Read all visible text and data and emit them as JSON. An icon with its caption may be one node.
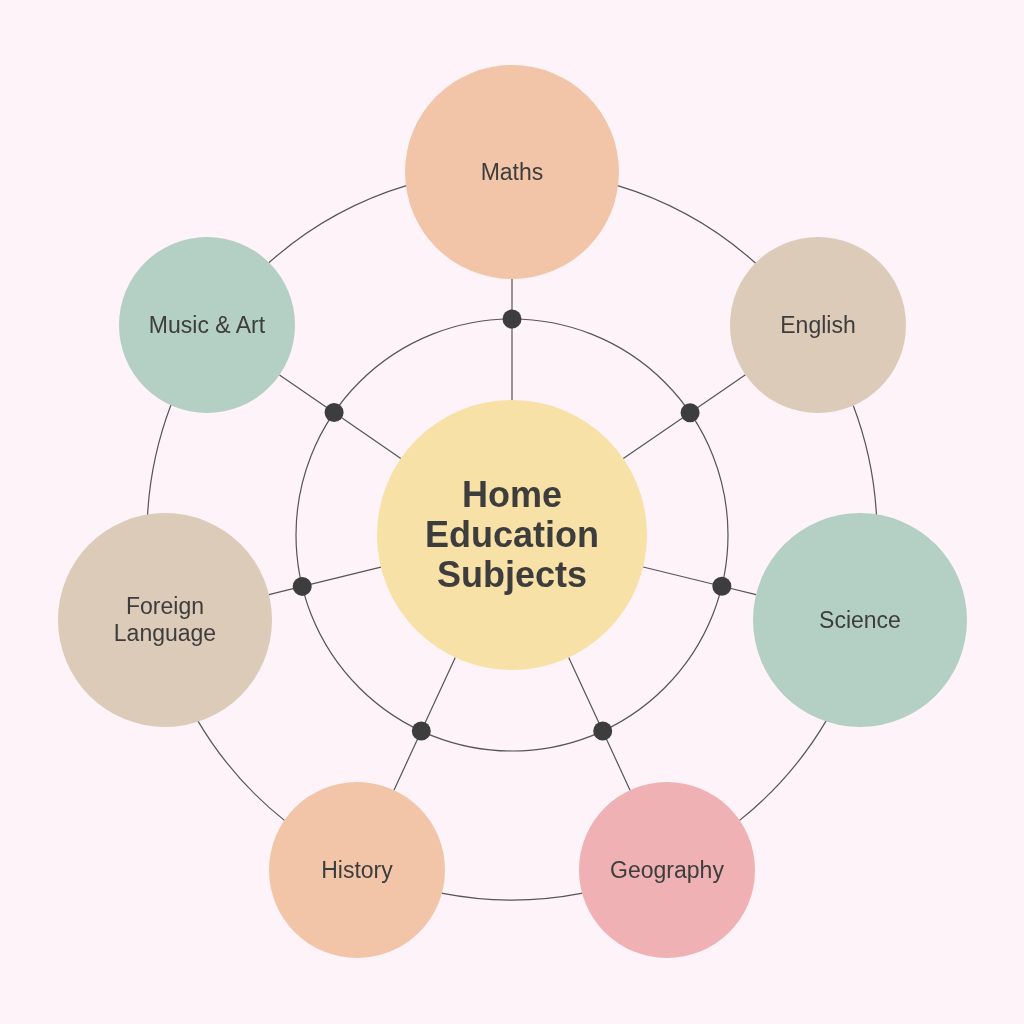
{
  "diagram": {
    "nodes": [
      {
        "text": [
          "Home Education Subjects"
        ]
      },
      {
        "text": [
          "Maths"
        ]
      },
      {
        "text": [
          "English"
        ]
      },
      {
        "text": [
          "Science"
        ]
      },
      {
        "text": [
          "Geography"
        ]
      },
      {
        "text": [
          "History"
        ]
      },
      {
        "text": [
          "Foreign Language"
        ]
      },
      {
        "text": [
          "Music & Art"
        ]
      }
    ],
    "edges": [
      {
        "from": 0,
        "to": 1,
        "arrow": "none"
      },
      {
        "from": 0,
        "to": 2,
        "arrow": "none"
      },
      {
        "from": 0,
        "to": 3,
        "arrow": "none"
      },
      {
        "from": 0,
        "to": 4,
        "arrow": "none"
      },
      {
        "from": 0,
        "to": 5,
        "arrow": "none"
      },
      {
        "from": 0,
        "to": 6,
        "arrow": "none"
      },
      {
        "from": 0,
        "to": 7,
        "arrow": "none"
      },
      {
        "from": 1,
        "to": 2,
        "arrow": "none"
      },
      {
        "from": 2,
        "to": 3,
        "arrow": "none"
      },
      {
        "from": 3,
        "to": 4,
        "arrow": "none"
      },
      {
        "from": 4,
        "to": 5,
        "arrow": "none"
      },
      {
        "from": 5,
        "to": 6,
        "arrow": "none"
      },
      {
        "from": 6,
        "to": 7,
        "arrow": "none"
      },
      {
        "from": 7,
        "to": 1,
        "arrow": "none"
      }
    ]
  }
}
